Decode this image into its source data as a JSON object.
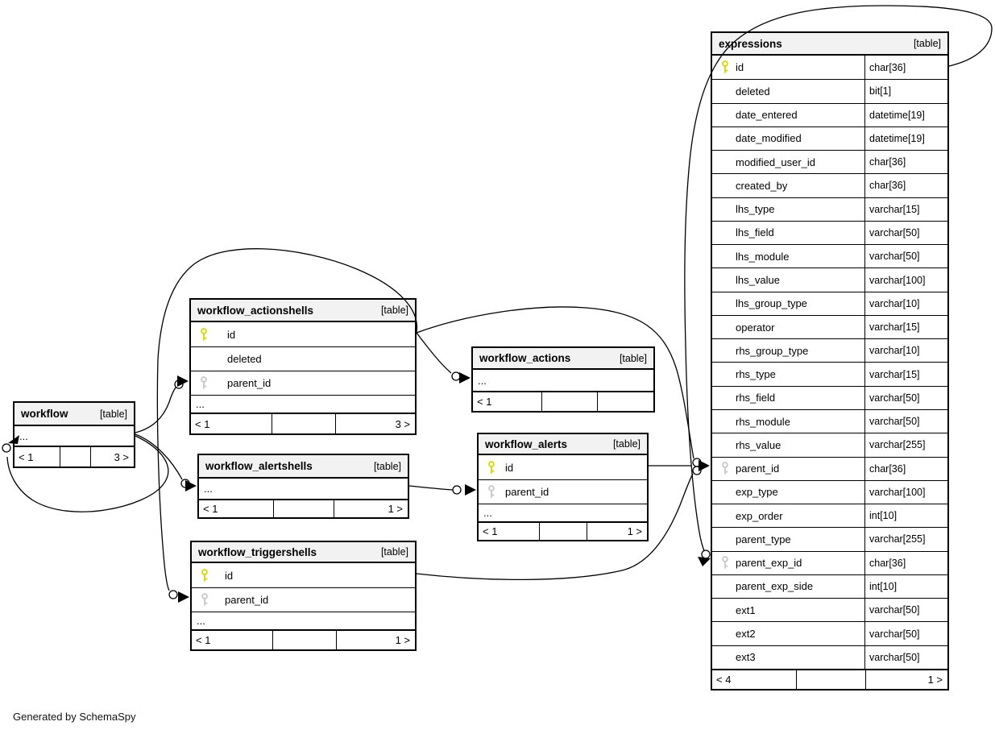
{
  "table_badge": "[table]",
  "footer_note": "Generated by SchemaSpy",
  "colors": {
    "relationship_line": "#000000",
    "primary_key": "#d8d800",
    "foreign_key": "#c9c9c9",
    "header_bg": "#f2f2f2"
  },
  "tables": {
    "workflow": {
      "name": "workflow",
      "rows": [
        {
          "label": "...",
          "kind": "ellipsis"
        }
      ],
      "footer": {
        "left": "< 1",
        "mid": "",
        "right": "3 >"
      }
    },
    "workflow_actionshells": {
      "name": "workflow_actionshells",
      "rows": [
        {
          "label": "id",
          "key": "pk"
        },
        {
          "label": "deleted"
        },
        {
          "label": "parent_id",
          "key": "fk"
        },
        {
          "label": "...",
          "kind": "ellipsis"
        }
      ],
      "footer": {
        "left": "< 1",
        "mid": "",
        "right": "3 >"
      }
    },
    "workflow_actions": {
      "name": "workflow_actions",
      "rows": [
        {
          "label": "...",
          "kind": "ellipsis"
        }
      ],
      "footer": {
        "left": "< 1",
        "mid": "",
        "right": ""
      }
    },
    "workflow_alerts": {
      "name": "workflow_alerts",
      "rows": [
        {
          "label": "id",
          "key": "pk"
        },
        {
          "label": "parent_id",
          "key": "fk"
        },
        {
          "label": "...",
          "kind": "ellipsis"
        }
      ],
      "footer": {
        "left": "< 1",
        "mid": "",
        "right": "1 >"
      }
    },
    "workflow_alertshells": {
      "name": "workflow_alertshells",
      "rows": [
        {
          "label": "...",
          "kind": "ellipsis"
        }
      ],
      "footer": {
        "left": "< 1",
        "mid": "",
        "right": "1 >"
      }
    },
    "workflow_triggershells": {
      "name": "workflow_triggershells",
      "rows": [
        {
          "label": "id",
          "key": "pk"
        },
        {
          "label": "parent_id",
          "key": "fk"
        },
        {
          "label": "...",
          "kind": "ellipsis"
        }
      ],
      "footer": {
        "left": "< 1",
        "mid": "",
        "right": "1 >"
      }
    },
    "expressions": {
      "name": "expressions",
      "rows": [
        {
          "label": "id",
          "key": "pk",
          "type": "char[36]"
        },
        {
          "label": "deleted",
          "type": "bit[1]"
        },
        {
          "label": "date_entered",
          "type": "datetime[19]"
        },
        {
          "label": "date_modified",
          "type": "datetime[19]"
        },
        {
          "label": "modified_user_id",
          "type": "char[36]"
        },
        {
          "label": "created_by",
          "type": "char[36]"
        },
        {
          "label": "lhs_type",
          "type": "varchar[15]"
        },
        {
          "label": "lhs_field",
          "type": "varchar[50]"
        },
        {
          "label": "lhs_module",
          "type": "varchar[50]"
        },
        {
          "label": "lhs_value",
          "type": "varchar[100]"
        },
        {
          "label": "lhs_group_type",
          "type": "varchar[10]"
        },
        {
          "label": "operator",
          "type": "varchar[15]"
        },
        {
          "label": "rhs_group_type",
          "type": "varchar[10]"
        },
        {
          "label": "rhs_type",
          "type": "varchar[15]"
        },
        {
          "label": "rhs_field",
          "type": "varchar[50]"
        },
        {
          "label": "rhs_module",
          "type": "varchar[50]"
        },
        {
          "label": "rhs_value",
          "type": "varchar[255]"
        },
        {
          "label": "parent_id",
          "key": "fk",
          "type": "char[36]"
        },
        {
          "label": "exp_type",
          "type": "varchar[100]"
        },
        {
          "label": "exp_order",
          "type": "int[10]"
        },
        {
          "label": "parent_type",
          "type": "varchar[255]"
        },
        {
          "label": "parent_exp_id",
          "key": "fk",
          "type": "char[36]"
        },
        {
          "label": "parent_exp_side",
          "type": "int[10]"
        },
        {
          "label": "ext1",
          "type": "varchar[50]"
        },
        {
          "label": "ext2",
          "type": "varchar[50]"
        },
        {
          "label": "ext3",
          "type": "varchar[50]"
        }
      ],
      "footer": {
        "left": "< 4",
        "mid": "",
        "right": "1 >"
      }
    }
  }
}
